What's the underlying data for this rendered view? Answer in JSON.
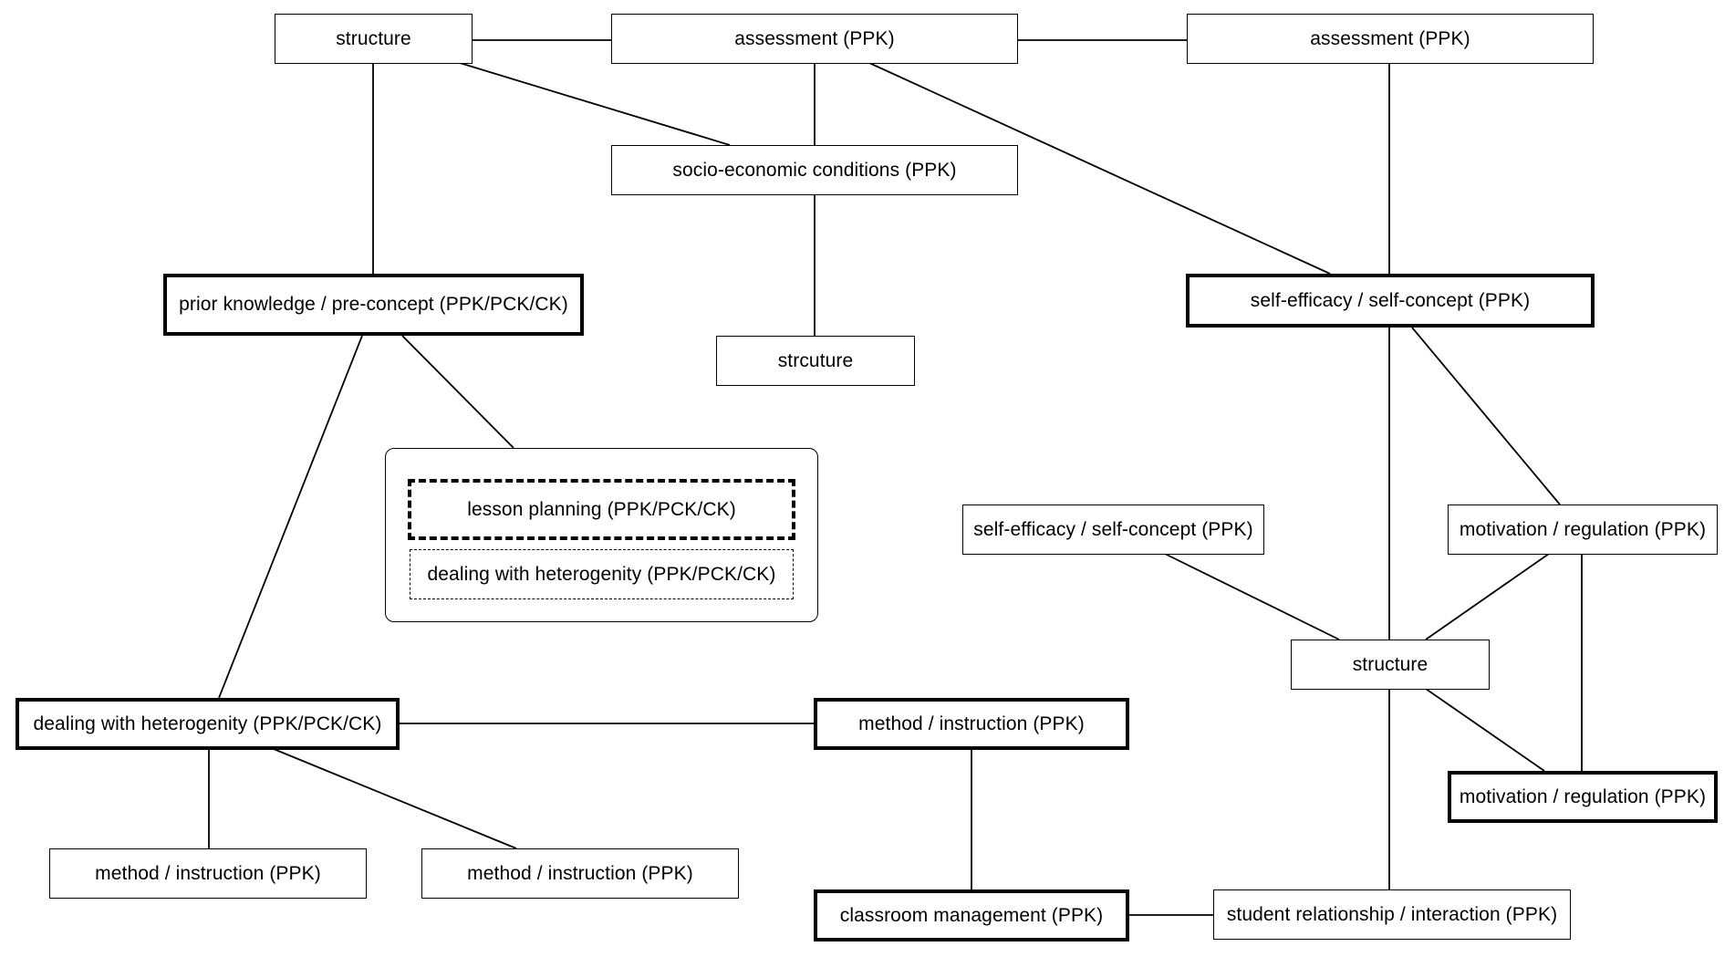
{
  "nodes": {
    "structure_top": "structure",
    "assessment_center": "assessment (PPK)",
    "assessment_right": "assessment (PPK)",
    "socio_economic": "socio-economic conditions (PPK)",
    "prior_knowledge": "prior knowledge / pre-concept (PPK/PCK/CK)",
    "strcuture": "strcuture",
    "self_efficacy_bold": "self-efficacy / self-concept (PPK)",
    "lesson_planning": "lesson planning (PPK/PCK/CK)",
    "heterogenity_dashed": "dealing with heterogenity (PPK/PCK/CK)",
    "self_efficacy_plain": "self-efficacy / self-concept (PPK)",
    "motivation_plain": "motivation / regulation (PPK)",
    "structure_right": "structure",
    "heterogenity_bold": "dealing with heterogenity (PPK/PCK/CK)",
    "method_bold": "method / instruction (PPK)",
    "motivation_bold": "motivation / regulation (PPK)",
    "method_left": "method / instruction (PPK)",
    "method_mid": "method / instruction (PPK)",
    "classroom_management": "classroom management (PPK)",
    "student_relationship": "student relationship / interaction (PPK)"
  }
}
